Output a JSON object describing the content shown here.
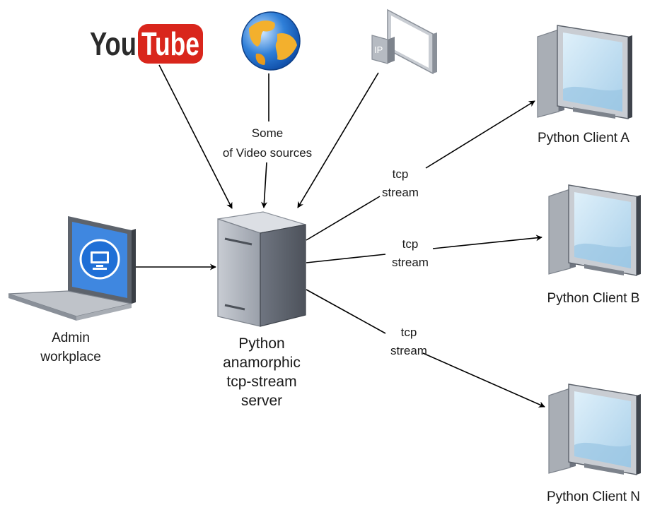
{
  "sources": {
    "youtube": {
      "you": "You",
      "tube": "Tube"
    },
    "ip_camera": {
      "badge": "IP"
    },
    "caption_line1": "Some",
    "caption_line2": "of Video sources"
  },
  "admin": {
    "line1": "Admin",
    "line2": "workplace"
  },
  "server": {
    "line1": "Python",
    "line2": "anamorphic",
    "line3": "tcp-stream",
    "line4": "server"
  },
  "streams": [
    {
      "line1": "tcp",
      "line2": "stream"
    },
    {
      "line1": "tcp",
      "line2": "stream"
    },
    {
      "line1": "tcp",
      "line2": "stream"
    }
  ],
  "clients": [
    {
      "label": "Python Client A"
    },
    {
      "label": "Python Client B"
    },
    {
      "label": "Python Client N"
    }
  ],
  "colors": {
    "youtube_red": "#d9261c",
    "youtube_black": "#2b2b2b",
    "screen_blue": "#b9dcef",
    "device_gray": "#8a9099",
    "admin_screen_blue": "#1f6fd6"
  }
}
